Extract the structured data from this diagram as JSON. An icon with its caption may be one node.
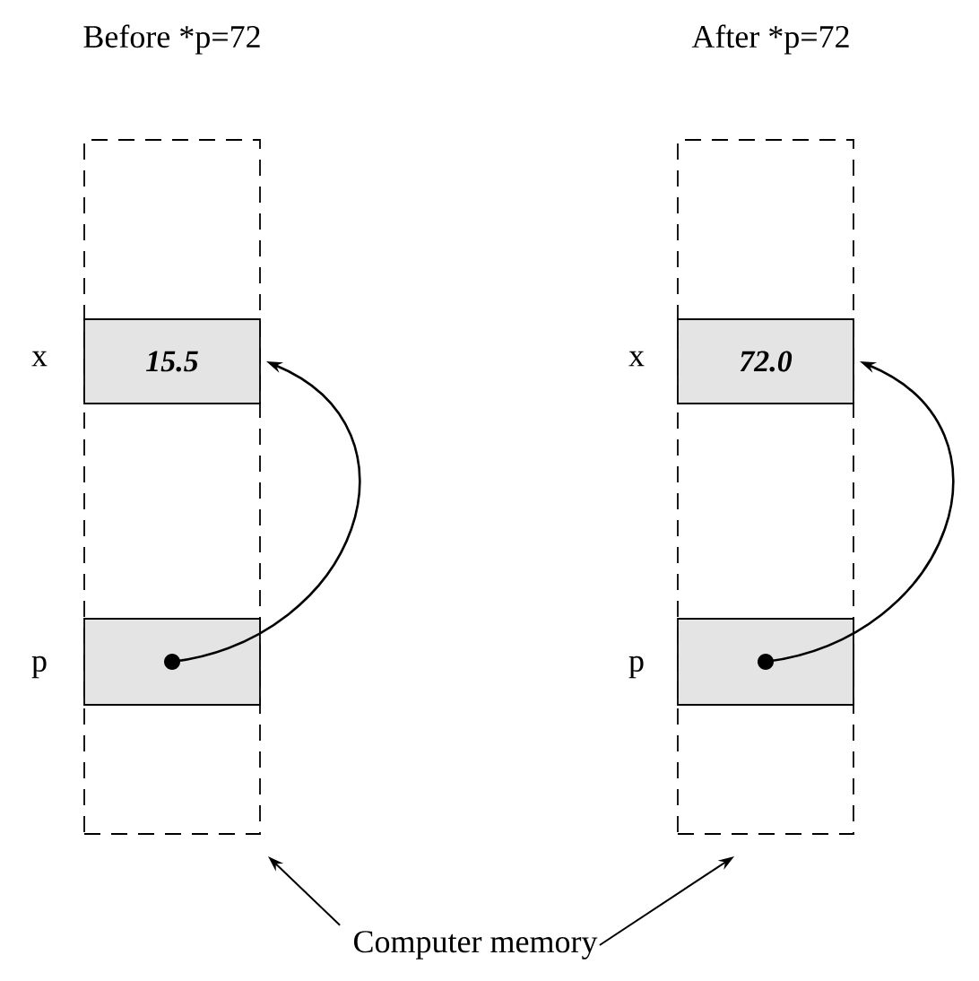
{
  "diagram": {
    "nodes": [
      {
        "text": [],
        "shape": "box",
        "beside": [
          "Before *p=72"
        ]
      },
      {
        "text": [
          "15.5"
        ],
        "in": 0,
        "beside": [
          "x"
        ]
      },
      {
        "text": [],
        "shape": "box",
        "in": 0,
        "beside": [
          "p"
        ]
      },
      {
        "text": [],
        "shape": "box",
        "beside": [
          "After *p=72"
        ]
      },
      {
        "text": [
          "72.0"
        ],
        "in": 3,
        "beside": [
          "x"
        ]
      },
      {
        "text": [],
        "shape": "box",
        "in": 3,
        "beside": [
          "p"
        ]
      },
      {
        "text": [
          "Computer memory"
        ]
      }
    ],
    "edges": [
      {
        "from": 2,
        "to": 1,
        "arrow": "to"
      },
      {
        "from": 5,
        "to": 4,
        "arrow": "to"
      },
      {
        "from": 6,
        "to": 0,
        "arrow": "to"
      },
      {
        "from": 6,
        "to": 3,
        "arrow": "to"
      }
    ]
  }
}
